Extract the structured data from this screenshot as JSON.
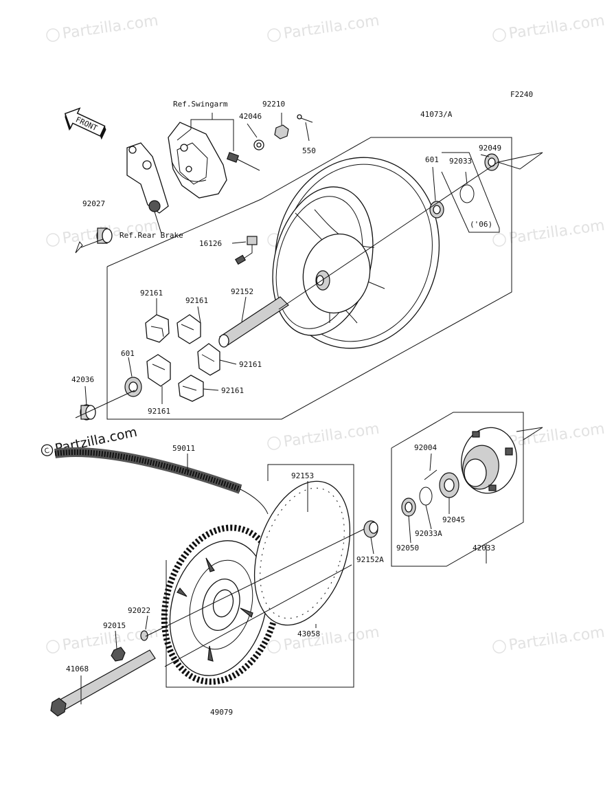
{
  "figure_code": "F2240",
  "brand_mark": "Partzilla.com",
  "watermark_text": "Partzilla.com",
  "direction_label": "FRONT",
  "ref_labels": {
    "swingarm": "Ref.Swingarm",
    "rear_brake": "Ref.Rear Brake"
  },
  "year_note": "('06)",
  "parts": {
    "p92210": "92210",
    "p42046": "42046",
    "p550": "550",
    "p41073A": "41073/A",
    "p92049": "92049",
    "p92033": "92033",
    "p601_top": "601",
    "p92027": "92027",
    "p16126": "16126",
    "p92161_a": "92161",
    "p92161_b": "92161",
    "p92152": "92152",
    "p92161_c": "92161",
    "p92161_d": "92161",
    "p92161_e": "92161",
    "p601_left": "601",
    "p42036": "42036",
    "p59011": "59011",
    "p92004": "92004",
    "p92153": "92153",
    "p92045": "92045",
    "p92033A": "92033A",
    "p92050": "92050",
    "p42033": "42033",
    "p92152A": "92152A",
    "p92022": "92022",
    "p92015": "92015",
    "p41068": "41068",
    "p43058": "43058",
    "p49079": "49079"
  }
}
